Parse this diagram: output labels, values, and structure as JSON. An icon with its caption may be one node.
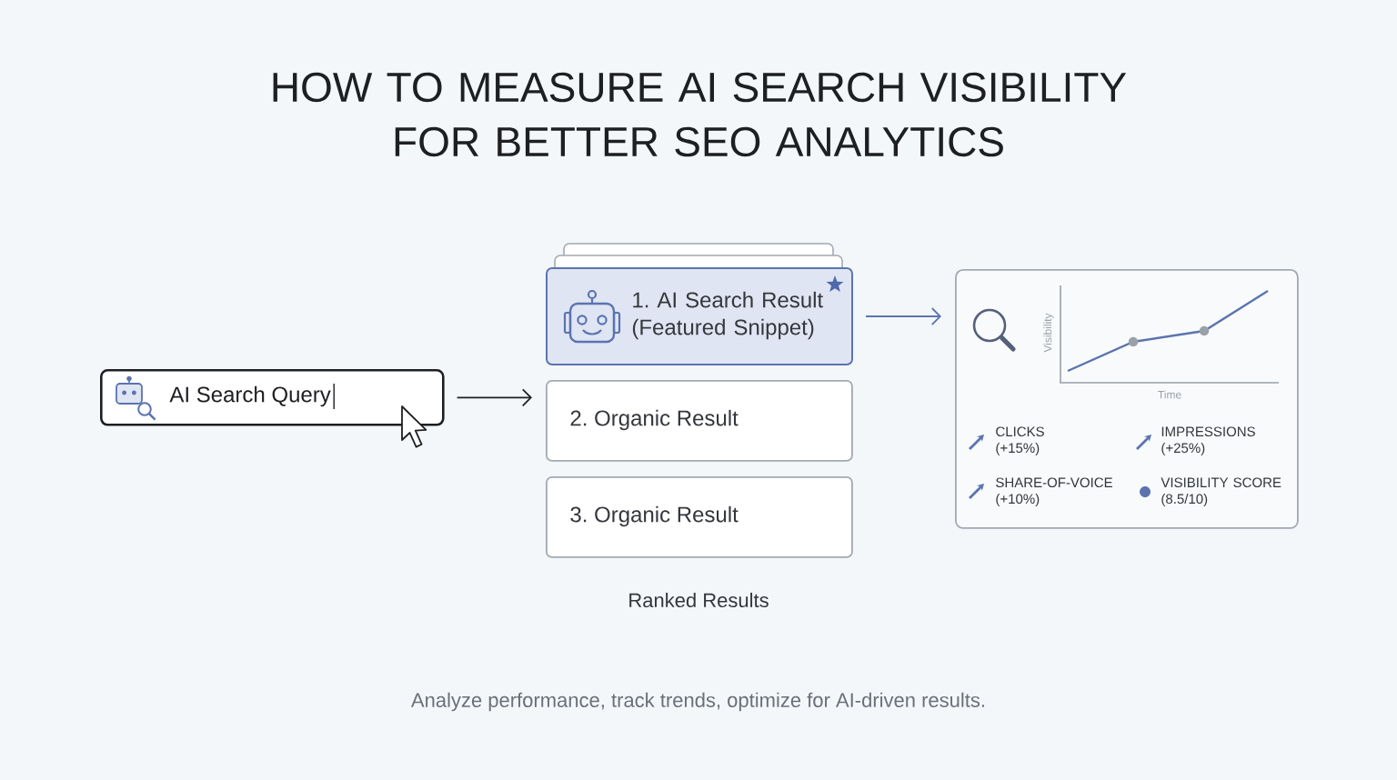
{
  "diagram": {
    "title": "HOW TO MEASURE AI SEARCH VISIBILITY FOR BETTER SEO ANALYTICS",
    "caption": "Analyze performance, track trends, optimize for AI-driven results.",
    "nodes": [
      {
        "text": [
          "AI Search Query"
        ]
      },
      {
        "text": [
          "1. AI Search Result (Featured Snippet)"
        ]
      },
      {
        "text": [
          "2. Organic Result"
        ]
      },
      {
        "text": [
          "3. Organic Result"
        ]
      },
      {
        "text": [
          "Visibility",
          "Time",
          "CLICKS (+15%)",
          "IMPRESSIONS (+25%)",
          "SHARE-OF-VOICE (+10%)",
          "VISIBILITY SCORE (8.5/10)"
        ]
      }
    ],
    "edges": [
      {
        "from": 0,
        "to": 2,
        "arrow": "to"
      },
      {
        "from": 1,
        "to": 4,
        "arrow": "to",
        "color": "#5b74b0"
      }
    ],
    "labels": [
      "Ranked Results"
    ]
  }
}
